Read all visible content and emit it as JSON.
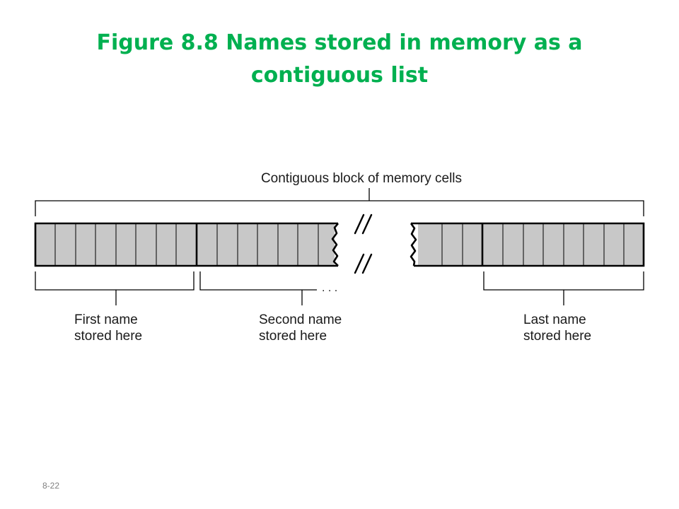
{
  "slide": {
    "title_line1": "Figure 8.8  Names stored in memory as a",
    "title_line2": "contiguous list",
    "page_number": "8-22"
  },
  "diagram": {
    "block_label": "Contiguous block of memory cells",
    "ellipsis": ". . .",
    "groups": [
      {
        "line1": "First name",
        "line2": "stored here"
      },
      {
        "line1": "Second name",
        "line2": "stored here"
      },
      {
        "line1": "Last name",
        "line2": "stored here"
      }
    ]
  },
  "colors": {
    "title": "#00b050",
    "cell_fill": "#c8c8c8",
    "outline": "#000000"
  }
}
